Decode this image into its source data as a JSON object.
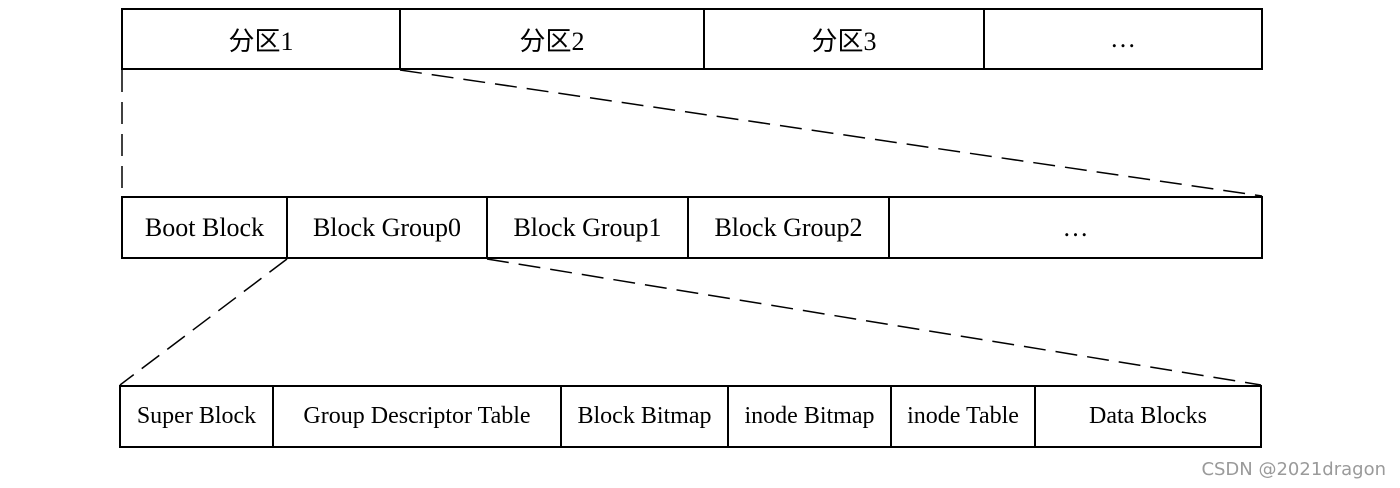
{
  "partitions": [
    "分区1",
    "分区2",
    "分区3",
    "…"
  ],
  "partition_layout": [
    "Boot Block",
    "Block Group0",
    "Block Group1",
    "Block Group2",
    "…"
  ],
  "block_group_layout": [
    "Super Block",
    "Group Descriptor Table",
    "Block Bitmap",
    "inode Bitmap",
    "inode Table",
    "Data Blocks"
  ],
  "watermark": "CSDN @2021dragon"
}
